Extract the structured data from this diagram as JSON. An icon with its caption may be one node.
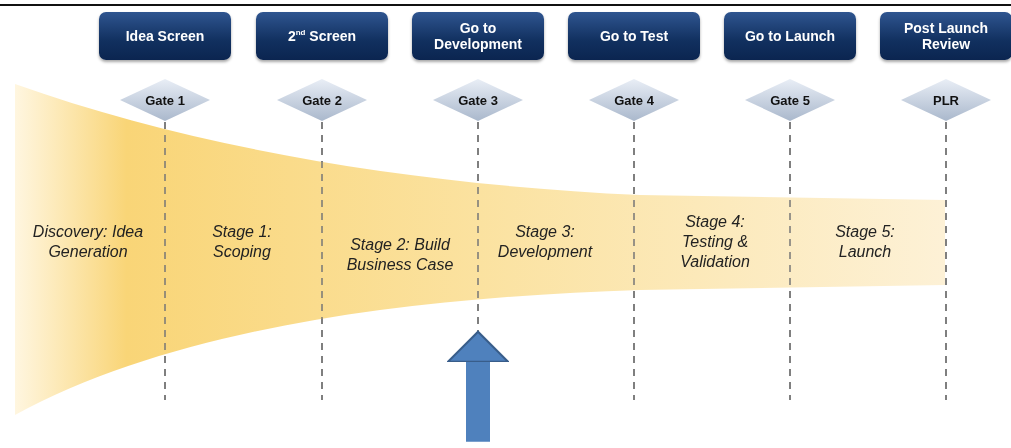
{
  "diagram": {
    "nodes": [
      {
        "text": [
          "Idea Screen"
        ]
      },
      {
        "text": [
          "2$^{nd}$ Screen"
        ]
      },
      {
        "text": [
          "Go to Development"
        ]
      },
      {
        "text": [
          "Go to Test"
        ]
      },
      {
        "text": [
          "Go to Launch"
        ]
      },
      {
        "text": [
          "Post Launch Review"
        ]
      },
      {
        "text": [
          "Gate 1"
        ]
      },
      {
        "text": [
          "Gate 2"
        ]
      },
      {
        "text": [
          "Gate 3"
        ]
      },
      {
        "text": [
          "Gate 4"
        ]
      },
      {
        "text": [
          "Gate 5"
        ]
      },
      {
        "text": [
          "PLR"
        ]
      },
      {
        "text": [],
        "shape": "band"
      },
      {
        "text": [
          "Discovery: Idea Generation"
        ],
        "in": 12
      },
      {
        "text": [
          "Stage 1: Scoping"
        ],
        "in": 12
      },
      {
        "text": [
          "Stage 2: Build Business Case"
        ],
        "in": 12
      },
      {
        "text": [
          "Stage 3: Development"
        ],
        "in": 12
      },
      {
        "text": [
          "Stage 4: Testing & Validation"
        ],
        "in": 12
      },
      {
        "text": [
          "Stage 5: Launch"
        ],
        "in": 12
      }
    ],
    "edges": [
      {
        "from": null,
        "to": 12,
        "arrow": "to"
      }
    ]
  }
}
